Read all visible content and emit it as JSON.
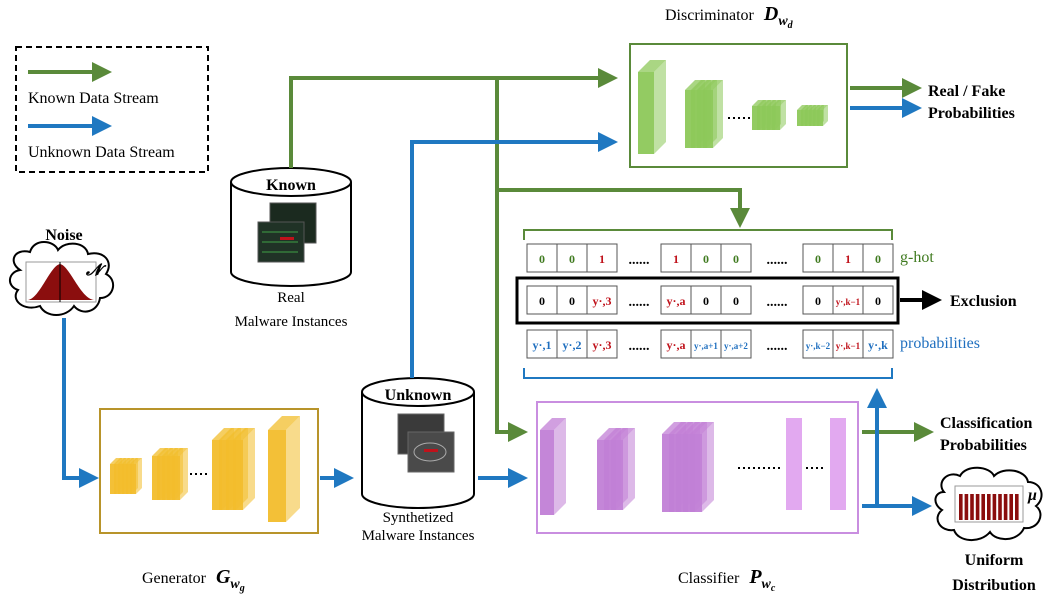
{
  "legend": {
    "known_label": "Known Data Stream",
    "unknown_label": "Unknown Data Stream"
  },
  "colors": {
    "known_stream": "#5a8a3a",
    "unknown_stream": "#1f78c1",
    "discriminator_border": "#5a8a3a",
    "discriminator_blocks": "#8dc85a",
    "generator_border": "#b8942a",
    "generator_blocks": "#f2bd2c",
    "classifier_border": "#c98ee0",
    "classifier_blocks": "#c17fd6",
    "noise_curve": "#8b0e0e",
    "red_text": "#c0121b",
    "green_text": "#3f7a1f",
    "blue_text": "#1f6fbf"
  },
  "discriminator": {
    "title_prefix": "Discriminator",
    "symbol": "D",
    "subscript": "w",
    "sub_subscript": "d",
    "output_line1": "Real / Fake",
    "output_line2": "Probabilities"
  },
  "generator": {
    "title_prefix": "Generator",
    "symbol": "G",
    "subscript": "w",
    "sub_subscript": "g"
  },
  "classifier": {
    "title_prefix": "Classifier",
    "symbol": "P",
    "subscript": "w",
    "sub_subscript": "c",
    "output_line1": "Classification",
    "output_line2": "Probabilities"
  },
  "noise": {
    "label": "Noise",
    "symbol": "𝓝"
  },
  "uniform": {
    "line1": "Uniform",
    "line2": "Distribution",
    "symbol": "μ"
  },
  "known_db": {
    "label": "Known",
    "caption_line1": "Real",
    "caption_line2": "Malware Instances"
  },
  "unknown_db": {
    "label": "Unknown",
    "caption_line1": "Synthetized",
    "caption_line2": "Malware Instances"
  },
  "vectors": {
    "ghot": {
      "label": "g-hot",
      "cells": [
        "0",
        "0",
        "1",
        "1",
        "0",
        "0",
        "0",
        "1",
        "0"
      ]
    },
    "exclusion": {
      "label": "Exclusion",
      "cells": [
        "0",
        "0",
        "y·,3",
        "y·,a",
        "0",
        "0",
        "0",
        "y·,k−1",
        "0"
      ]
    },
    "probabilities": {
      "label": "probabilities",
      "cells": [
        "y·,1",
        "y·,2",
        "y·,3",
        "y·,a",
        "y·,a+1",
        "y·,a+2",
        "y·,k−2",
        "y·,k−1",
        "y·,k"
      ]
    },
    "dots": "......"
  }
}
